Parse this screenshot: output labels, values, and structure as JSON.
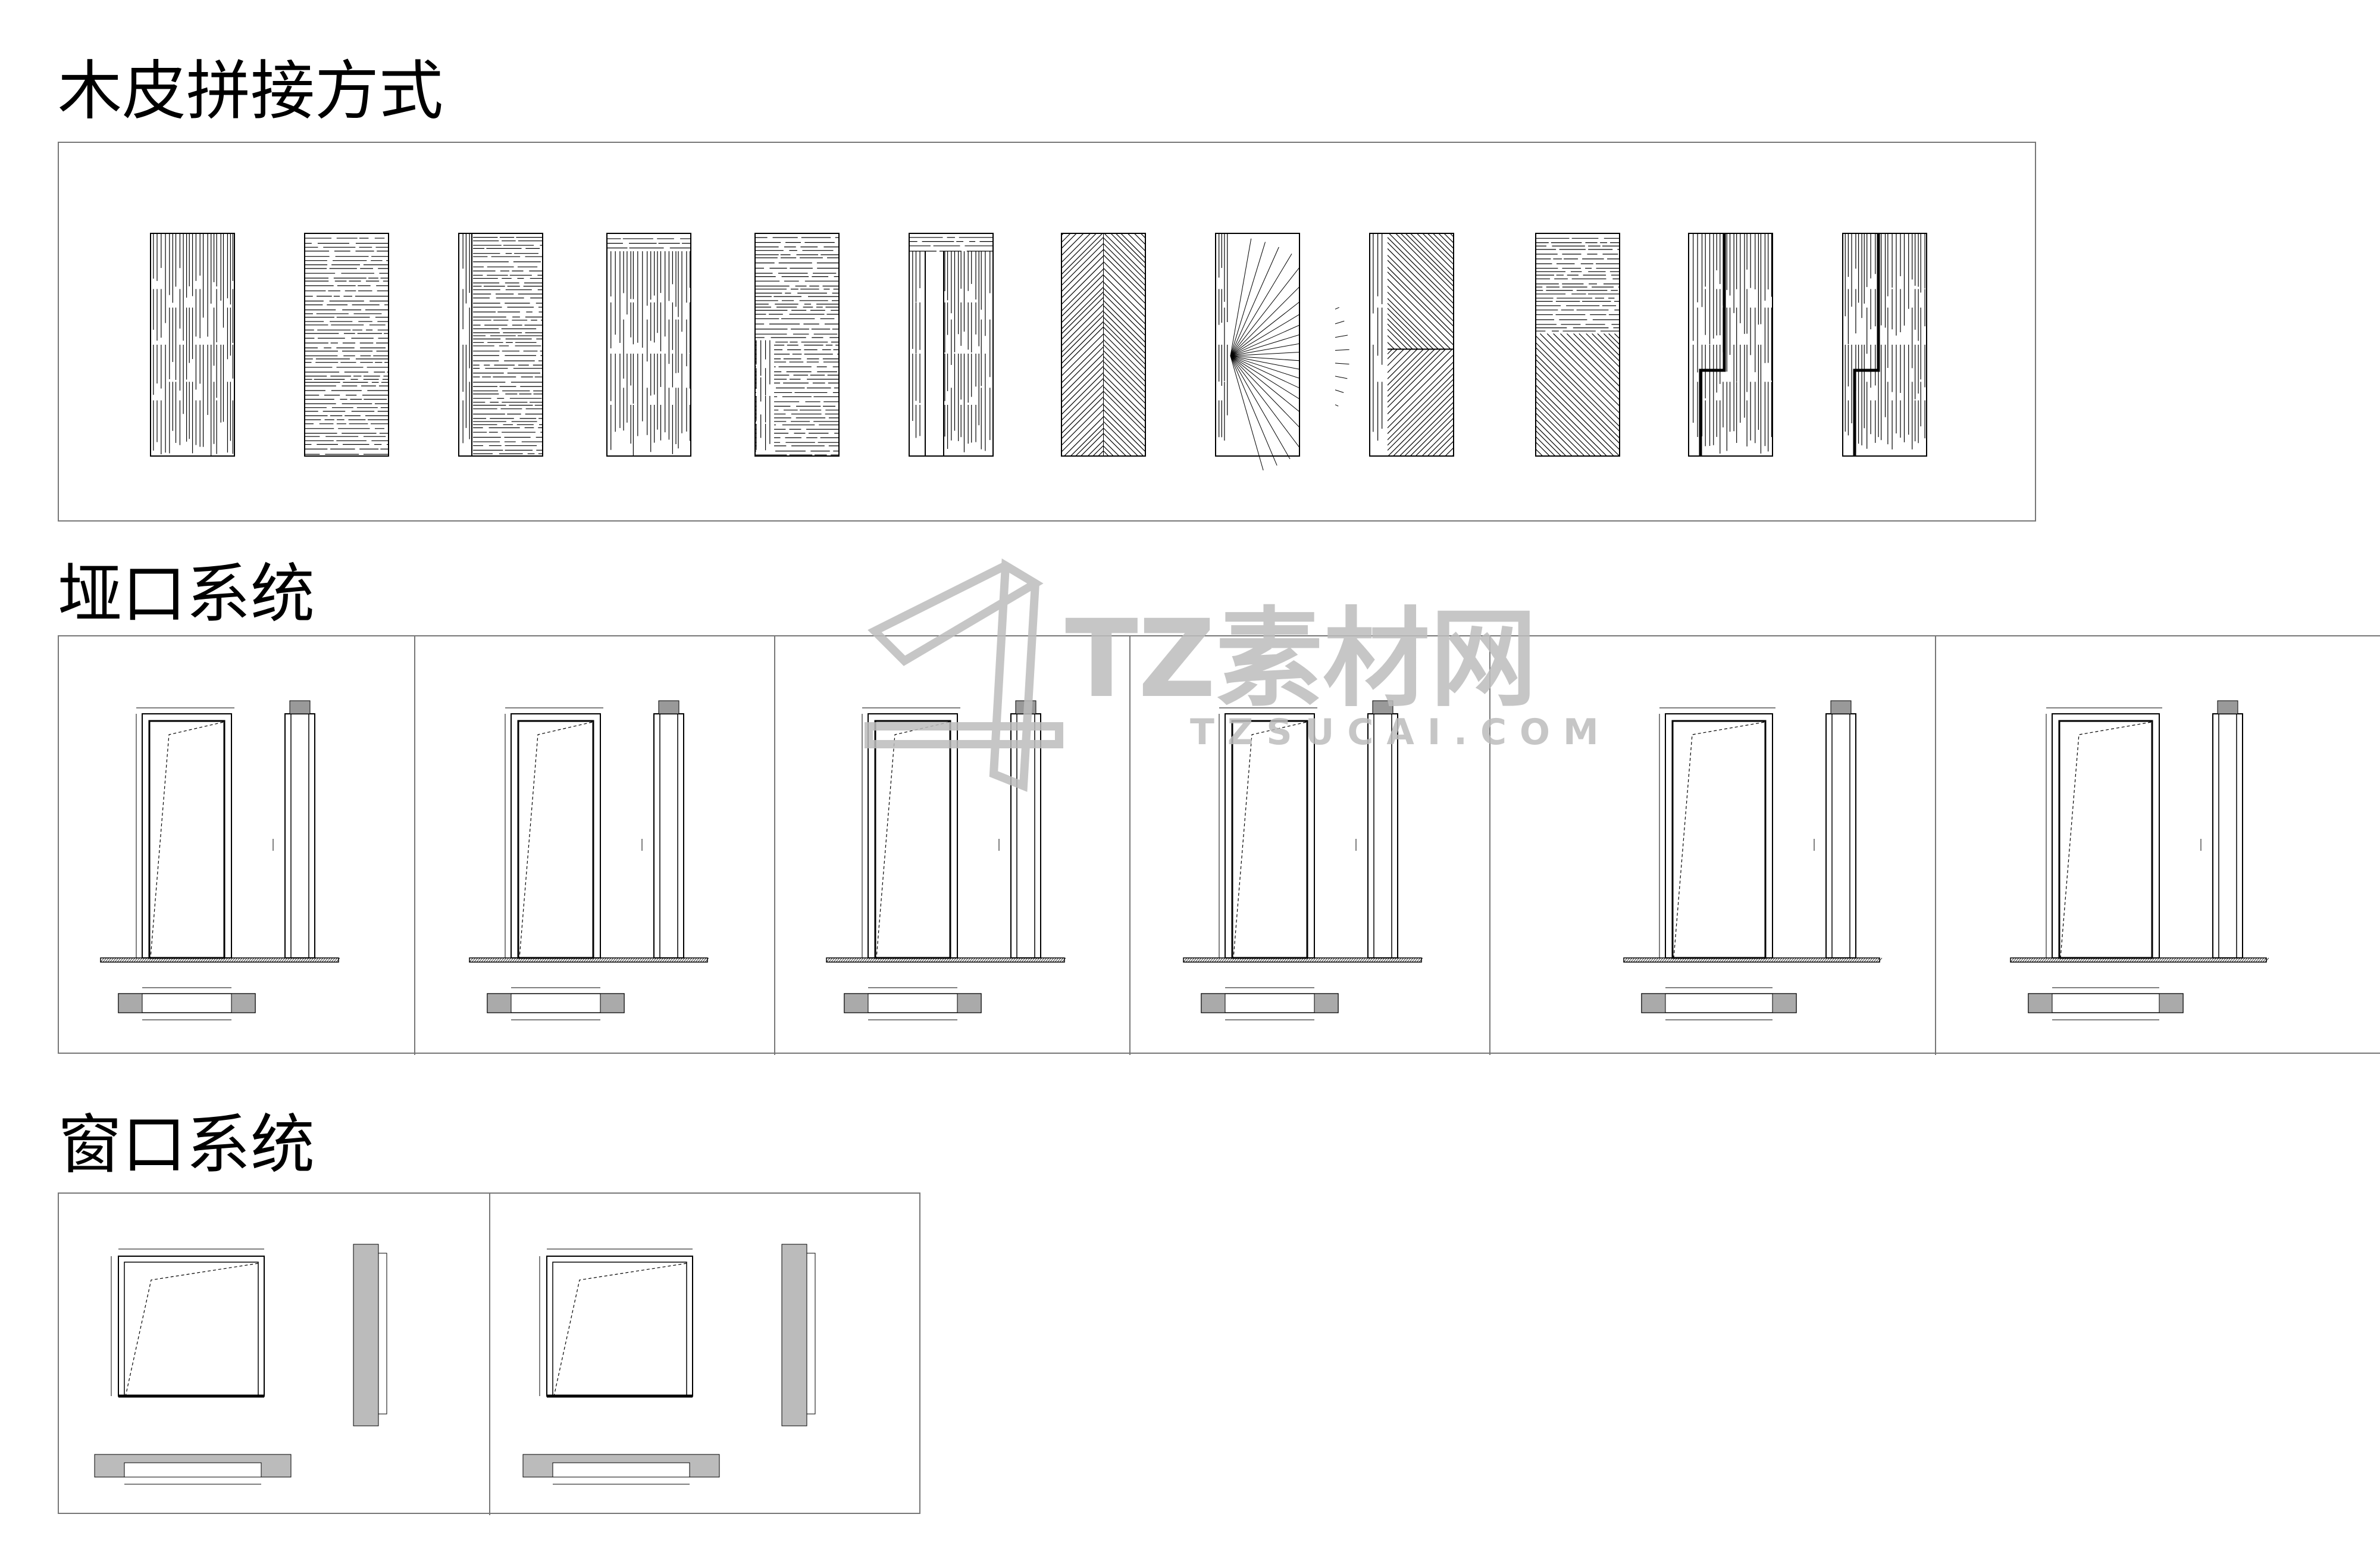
{
  "sections": [
    {
      "title": "木皮拼接方式"
    },
    {
      "title": "垭口系统"
    },
    {
      "title": "窗口系统"
    }
  ],
  "veneer_patterns": [
    "vertical",
    "horizontal",
    "stripe-left-horizontal",
    "stripe-left-vertical",
    "horizontal-notch",
    "frame-vertical",
    "diagonal",
    "sunburst",
    "diagonal-split",
    "mixed-diagonal",
    "stepped-vertical",
    "stepped-vertical-2"
  ],
  "door_opening_count": 6,
  "window_opening_count": 2,
  "watermark": {
    "brand": "TZ素材网",
    "url": "TZSUCAI.COM"
  }
}
